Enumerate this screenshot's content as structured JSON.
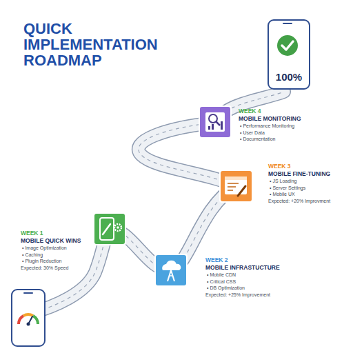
{
  "diagram": {
    "title": "QUICK IMPLEMENTATION ROADMAP",
    "nodes": [
      {
        "text": [
          "100%"
        ]
      },
      {
        "text": [
          "WEEK 4",
          "MOBILE MONITORING",
          "• Performance Monitoring",
          "• User Data",
          "• Documentation"
        ]
      },
      {
        "text": [
          "WEEK 3",
          "MOBILE FINE-TUNING",
          "• JS Loading",
          "• Server Settings",
          "• Mobile UX",
          "Expected: +20% Improvment"
        ]
      },
      {
        "text": [
          "WEEK 1",
          "MOBILE QUICK WINS",
          "• Image Optimization",
          "• Caching",
          "• Plugin Reduction",
          "Expected: 30% Speed"
        ]
      },
      {
        "text": [
          "WEEK 2",
          "MOBILE INFRASTUCTURE",
          "• Mobile CDN",
          "• Critical CSS",
          "• DB Optimization",
          "Expected: +25% Improvement"
        ]
      }
    ]
  }
}
